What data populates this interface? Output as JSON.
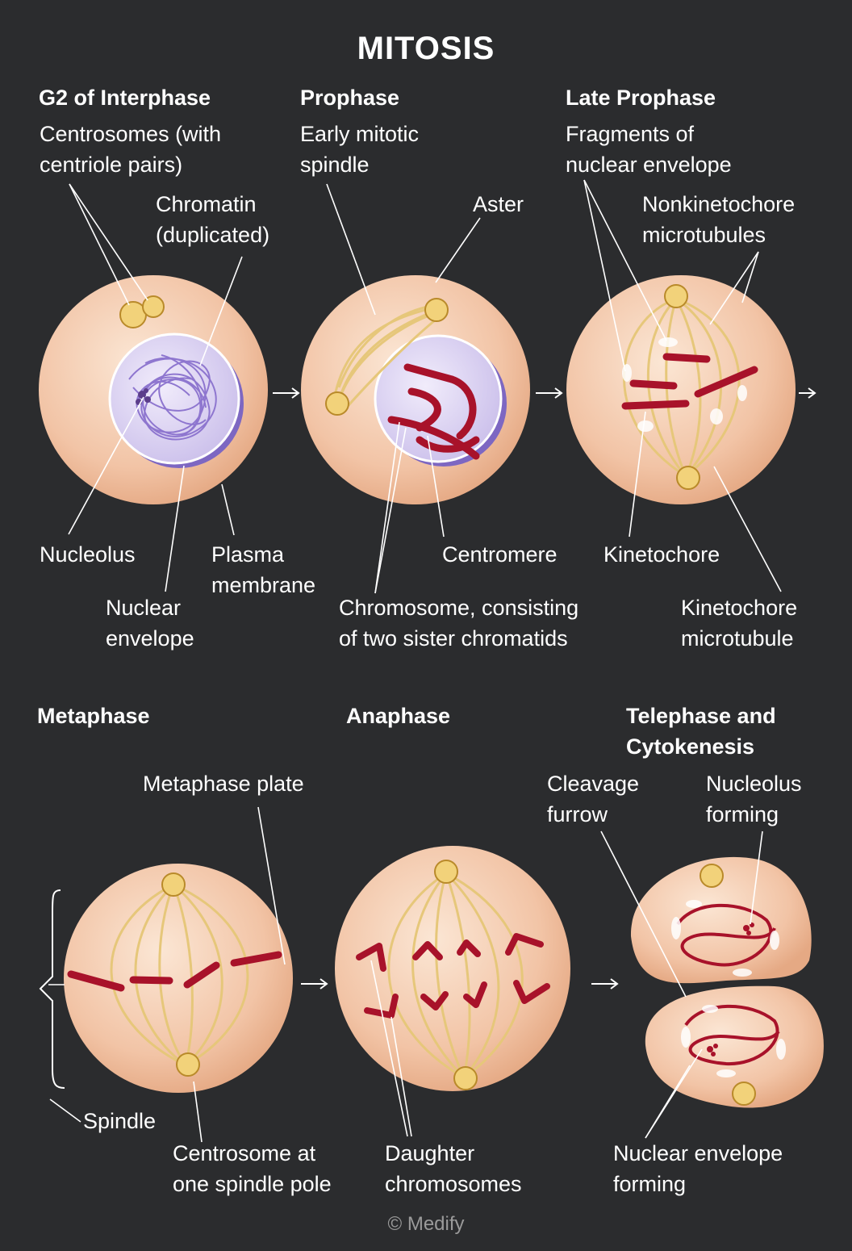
{
  "title": "MITOSIS",
  "stages": {
    "g2": "G2 of Interphase",
    "prophase": "Prophase",
    "late_prophase": "Late Prophase",
    "metaphase": "Metaphase",
    "anaphase": "Anaphase",
    "telophase": "Telephase and\nCytokenesis"
  },
  "labels": {
    "centrosomes": "Centrosomes (with\ncentriole pairs)",
    "chromatin": "Chromatin\n(duplicated)",
    "nucleolus": "Nucleolus",
    "nuclear_envelope": "Nuclear\nenvelope",
    "plasma_membrane": "Plasma\nmembrane",
    "early_spindle": "Early mitotic\nspindle",
    "aster": "Aster",
    "centromere": "Centromere",
    "chromosome": "Chromosome, consisting\nof two sister chromatids",
    "fragments": "Fragments of\nnuclear envelope",
    "nonkinetochore": "Nonkinetochore\nmicrotubules",
    "kinetochore": "Kinetochore",
    "kinetochore_mt": "Kinetochore\nmicrotubule",
    "metaphase_plate": "Metaphase plate",
    "spindle": "Spindle",
    "centrosome_pole": "Centrosome at\none spindle pole",
    "daughter": "Daughter\nchromosomes",
    "cleavage": "Cleavage\nfurrow",
    "nucleolus_forming": "Nucleolus\nforming",
    "envelope_forming": "Nuclear envelope\nforming"
  },
  "copyright": "© Medify",
  "colors": {
    "background": "#2b2c2e",
    "cell": "#f2c4a6",
    "nucleus": "#c5b8e8",
    "chromosome": "#a8122a",
    "microtubule": "#e6c77a",
    "centrosome": "#f2d27a"
  }
}
